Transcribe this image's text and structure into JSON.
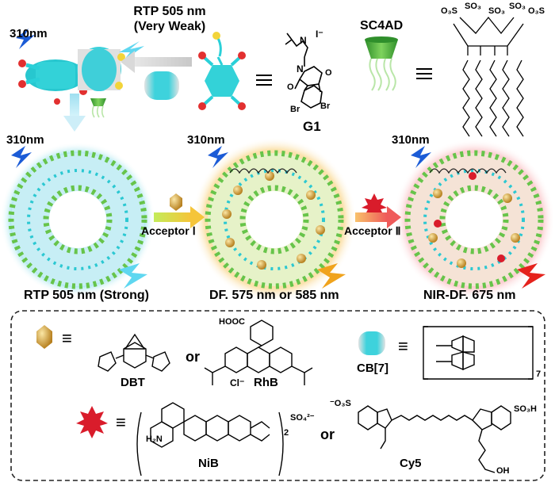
{
  "top": {
    "excitation_top": "310nm",
    "rtp_weak_line1": "RTP 505 nm",
    "rtp_weak_line2": "(Very Weak)",
    "sc4ad_label": "SC4AD",
    "g1_label": "G1",
    "g1_atoms": {
      "n_plus": "N",
      "iodide": "I⁻",
      "br1": "Br",
      "br2": "Br",
      "o1": "O",
      "o2": "O",
      "n_imide": "N"
    },
    "sc4ad_atoms": [
      "O₃S",
      "SO₃",
      "SO₃",
      "SO₃",
      "O₃S"
    ]
  },
  "middle": {
    "excitation_left": "310nm",
    "excitation_center": "310nm",
    "excitation_right": "310nm",
    "acceptor1_label": "Acceptor Ⅰ",
    "acceptor2_label": "Acceptor Ⅱ",
    "caption_left": "RTP 505 nm (Strong)",
    "caption_center": "DF. 575 nm or 585 nm",
    "caption_right": "NIR-DF. 675 nm"
  },
  "legend": {
    "equiv": "≡",
    "dbt_label": "DBT",
    "or1": "or",
    "rhb_label": "RhB",
    "rhb_counterion": "Cl⁻",
    "rhb_acid": "HOOC",
    "cb7_label": "CB[7]",
    "cb7_subscript": "7",
    "nib_label": "NiB",
    "nib_counterion": "SO₄²⁻",
    "nib_amine": "H₂N",
    "nib_subscript": "2",
    "or2": "or",
    "cy5_label": "Cy5",
    "cy5_sulfonate_left": "⁻O₃S",
    "cy5_sulfonate_right": "SO₃H",
    "cy5_acid": "OH"
  },
  "colors": {
    "cyan": "#2fd3d8",
    "green": "#5fbf3a",
    "orange_glow": "#f6c66a",
    "red_glow": "#f5a3a8",
    "cyan_glow": "#b9ecf3",
    "bolt_blue": "#1b5bd6",
    "bolt_cyan": "#5fd7f0",
    "bolt_orange": "#f0a31c",
    "bolt_red": "#e5221c",
    "ball_gold": "#d9a33a",
    "star_red": "#d91c2b"
  }
}
